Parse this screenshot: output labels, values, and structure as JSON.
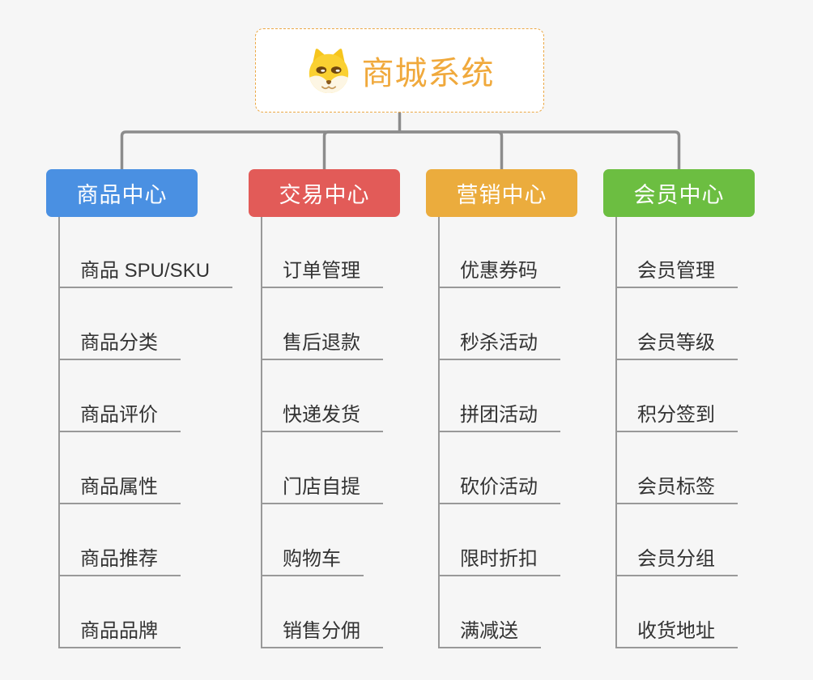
{
  "root": {
    "title": "商城系统",
    "icon": "dog-mascot-icon"
  },
  "branches": [
    {
      "label": "商品中心",
      "color": "#4a90e2",
      "children": [
        "商品 SPU/SKU",
        "商品分类",
        "商品评价",
        "商品属性",
        "商品推荐",
        "商品品牌"
      ]
    },
    {
      "label": "交易中心",
      "color": "#e25b58",
      "children": [
        "订单管理",
        "售后退款",
        "快递发货",
        "门店自提",
        "购物车",
        "销售分佣"
      ]
    },
    {
      "label": "营销中心",
      "color": "#ebac3d",
      "children": [
        "优惠券码",
        "秒杀活动",
        "拼团活动",
        "砍价活动",
        "限时折扣",
        "满减送"
      ]
    },
    {
      "label": "会员中心",
      "color": "#6cbe41",
      "children": [
        "会员管理",
        "会员等级",
        "积分签到",
        "会员标签",
        "会员分组",
        "收货地址"
      ]
    }
  ],
  "colors": {
    "background": "#f6f6f6",
    "root_title": "#f0a93c",
    "root_border": "#eca845",
    "connector": "#8c8c8c",
    "child_line": "#999999",
    "child_text": "#333333"
  }
}
